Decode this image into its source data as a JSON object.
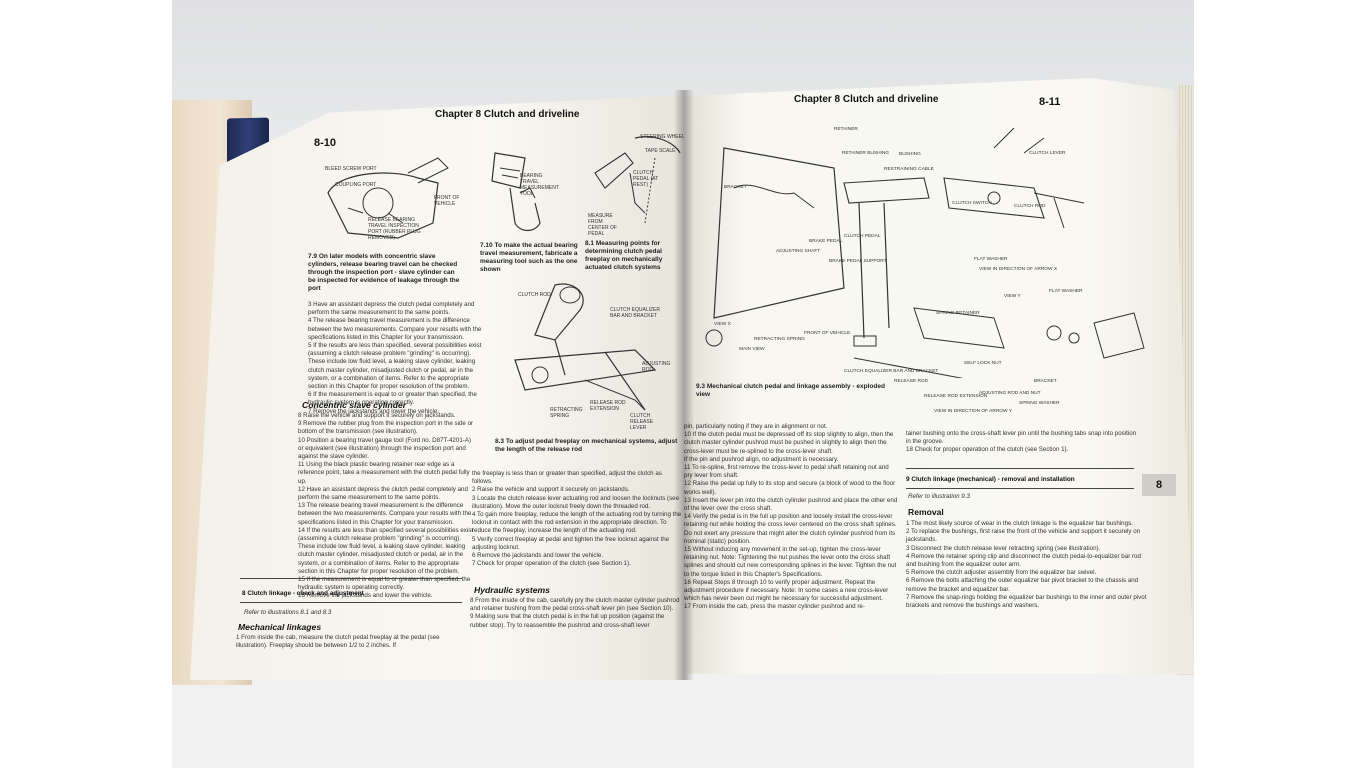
{
  "left_page": {
    "header": "Chapter 8  Clutch and driveline",
    "page_number": "8-10",
    "fig1_caption": "7.9 On later models with concentric slave cylinders, release bearing travel can be checked through the inspection port - slave cylinder can be inspected for evidence of leakage through the port",
    "fig2_caption": "7.10 To make the actual bearing travel measurement, fabricate a measuring tool such as the one shown",
    "fig3_caption": "8.1 Measuring points for determining clutch pedal freeplay on mechanically actuated clutch systems",
    "fig4_caption": "8.3 To adjust pedal freeplay on mechanical systems, adjust the length of the release rod",
    "fig1_labels": [
      "BLEED SCREW PORT",
      "COUPLING PORT",
      "RELEASE BEARING TRAVEL INSPECTION PORT (RUBBER PLUG REMOVED)",
      "FRONT OF VEHICLE"
    ],
    "fig2_labels": [
      "BEARING TRAVEL MEASUREMENT TOOL"
    ],
    "fig3_labels": [
      "STEERING WHEEL",
      "TAPE SCALE",
      "CLUTCH PEDAL (AT REST)",
      "MEASURE FROM CENTER OF PEDAL"
    ],
    "fig4_labels": [
      "CLUTCH ROD",
      "CLUTCH EQUALIZER BAR AND BRACKET",
      "ADJUSTING ROD",
      "RETRACTING SPRING",
      "RELEASE ROD EXTENSION",
      "CLUTCH RELEASE LEVER"
    ],
    "col1_text": [
      "3    Have an assistant depress the clutch pedal completely and perform the same measurement to the same points.",
      "4    The release bearing travel measurement is the difference between the two measurements. Compare your results with the specifications listed in this Chapter for your transmission.",
      "5    If the results are less than specified, several possibilities exist (assuming a clutch release problem \"grinding\" is occurring). These include low fluid level, a leaking slave cylinder, leaking clutch master cylinder, misadjusted clutch or pedal, air in the system, or a combination of items. Refer to the appropriate section in this Chapter for proper resolution of the problem.",
      "6    If the measurement is equal to or greater than specified, the hydraulic system is operating correctly.",
      "7    Remove the jackstands and lower the vehicle."
    ],
    "concentric_heading": "Concentric slave cylinder",
    "col1_text2": [
      "8    Raise the vehicle and support it securely on jackstands.",
      "9    Remove the rubber plug from the inspection port in the side or bottom of the transmission (see illustration).",
      "10    Position a bearing travel gauge tool (Ford no. D87T-4201-A) or equivalent (see illustration) through the inspection port and against the slave cylinder.",
      "11    Using the black plastic bearing retainer rear edge as a reference point, take a measurement with the clutch pedal fully up.",
      "12    Have an assistant depress the clutch pedal completely and perform the same measurement to the same points.",
      "13    The release bearing travel measurement is the difference between the two measurements. Compare your results with the specifications listed in this Chapter for your transmission.",
      "14    If the results are less than specified several possibilities exist (assuming a clutch release problem \"grinding\" is occurring). These include low fluid level, a leaking slave cylinder, leaking clutch master cylinder, misadjusted clutch or pedal, air in the system, or a combination of items. Refer to the appropriate section in this Chapter for proper resolution of the problem.",
      "15    If the measurement is equal to or greater than specified, the hydraulic system is operating correctly.",
      "16    Remove the jackstands and lower the vehicle."
    ],
    "section8_title": "8    Clutch linkage - check and adjustment",
    "section8_ref": "Refer to illustrations 8.1 and 8.3",
    "mech_heading": "Mechanical linkages",
    "mech_text": "1    From inside the cab, measure the clutch pedal freeplay at the pedal (see illustration). Freeplay should be between 1/2 to 2 inches. If",
    "col2_text": [
      "the freeplay is less than or greater than specified, adjust the clutch as follows.",
      "2    Raise the vehicle and support it securely on jackstands.",
      "3    Locate the clutch release lever actuating rod and loosen the locknuts (see illustration). Move the outer locknut freely down the threaded rod.",
      "4    To gain more freeplay, reduce the length of the actuating rod by turning the locknut in contact with the rod extension in the appropriate direction. To reduce the freeplay, increase the length of the actuating rod.",
      "5    Verify correct freeplay at pedal and tighten the free locknut against the adjusting locknut.",
      "6    Remove the jackstands and lower the vehicle.",
      "7    Check for proper operation of the clutch (see Section 1)."
    ],
    "hydraulic_heading": "Hydraulic systems",
    "hydraulic_text": [
      "8    From the inside of the cab, carefully pry the clutch master cylinder pushrod and retainer bushing from the pedal cross-shaft lever pin (see Section 10).",
      "9    Making sure that the clutch pedal is in the full up position (against the rubber stop). Try to reassemble the pushrod and cross-shaft lever"
    ]
  },
  "right_page": {
    "header": "Chapter 8  Clutch and driveline",
    "page_number": "8-11",
    "fig_caption": "9.3 Mechanical clutch pedal and linkage assembly - exploded view",
    "fig_labels": [
      "RETAINER",
      "RETAINER BUSHING",
      "RESTRAINING CABLE",
      "BUSHING",
      "BRACKET",
      "CLUTCH LEVER",
      "BRAKE PEDAL",
      "BRAKE PEDAL SUPPORT",
      "CLUTCH PEDAL",
      "ADJUSTING SHAFT",
      "CLUTCH ROD",
      "CLUTCH SWITCH",
      "FLAT WASHER",
      "MAIN VIEW",
      "VIEW X",
      "VIEW Y",
      "SPRING RETAINER",
      "FRONT OF VEHICLE",
      "RETRACTING SPRING",
      "RELEASE ROD EXTENSION",
      "CLUTCH EQUALIZER BAR AND BRACKET",
      "FLAT WASHER",
      "RELEASE ROD",
      "BRACKET",
      "SPRING WASHER",
      "ADJUSTING ROD AND NUT",
      "VIEW IN DIRECTION OF ARROW X",
      "VIEW IN DIRECTION OF ARROW Y",
      "SELF LOCK NUT"
    ],
    "col1_text": [
      "pin, particularly noting if they are in alignment or not.",
      "10    If the clutch pedal must be depressed off its stop slightly to align, then the clutch master cylinder pushrod must be pushed in slightly to align then the cross-lever must be re-splined to the cross-lever shaft.",
      "If the pin and pushrod align, no adjustment is necessary.",
      "11    To re-spline, first remove the cross-lever to pedal shaft retaining nut and pry lever from shaft.",
      "12    Raise the pedal up fully to its stop and secure (a block of wood to the floor works well).",
      "13    Insert the lever pin into the clutch cylinder pushrod and place the other end of the lever over the cross shaft.",
      "14    Verify the pedal is in the full up position and loosely install the cross-lever retaining nut while holding the cross lever centered on the cross shaft splines. Do not exert any pressure that might alter the clutch cylinder pushrod from its nominal (static) position.",
      "15    Without inducing any movement in the set-up, tighten the cross-lever retaining nut. Note: Tightening the nut pushes the lever onto the cross shaft splines and should cut new corresponding splines in the lever. Tighten the nut to the torque listed in this Chapter's Specifications.",
      "16    Repeat Steps 8 through 10 to verify proper adjustment. Repeat the adjustment procedure if necessary. Note: In some cases a new cross-lever which has never been cut might be necessary for successful adjustment.",
      "17    From inside the cab, press the master cylinder pushrod and re-"
    ],
    "col2_text": [
      "tainer bushing onto the cross-shaft lever pin until the bushing tabs snap into position in the groove.",
      "18    Check for proper operation of the clutch (see Section 1)."
    ],
    "section9_title": "9    Clutch linkage (mechanical) - removal and installation",
    "section9_ref": "Refer to illustration 9.3",
    "removal_heading": "Removal",
    "removal_text": [
      "1    The most likely source of wear in the clutch linkage is the equalizer bar bushings.",
      "2    To replace the bushings, first raise the front of the vehicle and support it securely on jackstands.",
      "3    Disconnect the clutch release lever retracting spring (see illustration).",
      "4    Remove the retainer spring clip and disconnect the clutch pedal-to-equalizer bar rod and bushing from the equalizer outer arm.",
      "5    Remove the clutch adjuster assembly from the equalizer bar swivel.",
      "6    Remove the bolts attaching the outer equalizer bar pivot bracket to the chassis and remove the bracket and equalizer bar.",
      "7    Remove the snap-rings holding the equalizer bar bushings to the inner and outer pivot brackets and remove the bushings and washers."
    ],
    "tab_number": "8"
  }
}
